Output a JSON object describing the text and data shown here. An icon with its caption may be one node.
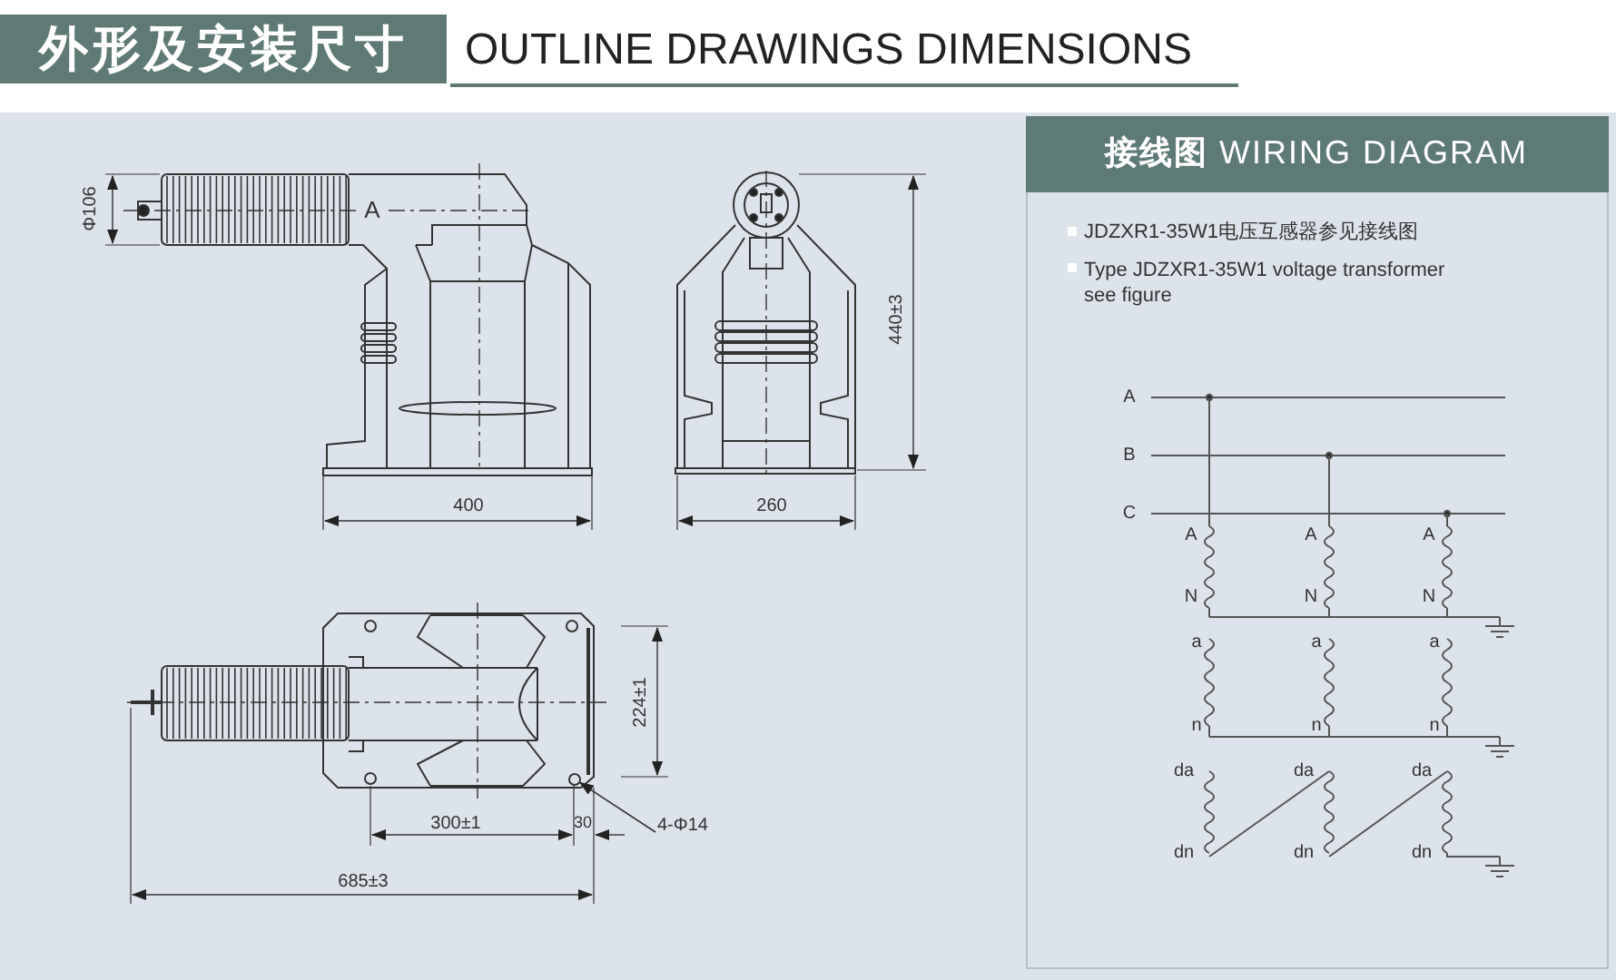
{
  "diagram": {
    "title": "外形及安装尺寸",
    "nodes": [
      {
        "text": [
          "4-Φ14"
        ]
      },
      {
        "text": [],
        "shape": "circle"
      }
    ],
    "edges": [
      {
        "from": 0,
        "to": 1,
        "arrow": "to"
      }
    ],
    "labels": [
      "OUTLINE DRAWINGS DIMENSIONS",
      "Φ106",
      "A",
      "400",
      "260",
      "440±3",
      "224±1",
      "300±1",
      "30",
      "685±3",
      "**接线图** WIRING DIAGRAM",
      "JDZXR1-35W1电压互感器参见接线图",
      "Type JDZXR1-35W1 voltage transformer see figure",
      "A",
      "B",
      "C",
      "A",
      "A",
      "A",
      "N",
      "N",
      "N",
      "a",
      "a",
      "a",
      "n",
      "n",
      "n",
      "da",
      "da",
      "da",
      "dn",
      "dn",
      "dn"
    ]
  }
}
